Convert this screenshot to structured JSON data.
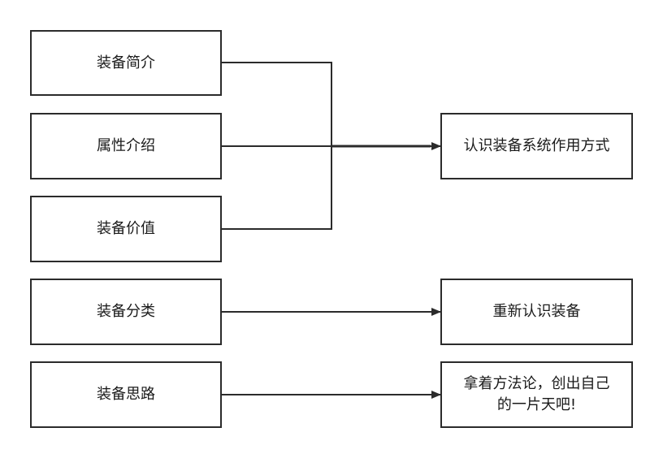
{
  "diagram": {
    "left_boxes": [
      {
        "id": "intro",
        "label": "装备简介"
      },
      {
        "id": "attributes",
        "label": "属性介绍"
      },
      {
        "id": "value",
        "label": "装备价值"
      },
      {
        "id": "category",
        "label": "装备分类"
      },
      {
        "id": "approach",
        "label": "装备思路"
      }
    ],
    "right_boxes": [
      {
        "id": "understand",
        "label": "认识装备系统作用方式"
      },
      {
        "id": "relearn",
        "label": "重新认识装备"
      },
      {
        "id": "method",
        "label": "拿着方法论，创出自己的一片天吧!"
      }
    ]
  },
  "colors": {
    "stroke": "#2b2b2b",
    "text": "#1a1a1a",
    "background": "#ffffff"
  }
}
